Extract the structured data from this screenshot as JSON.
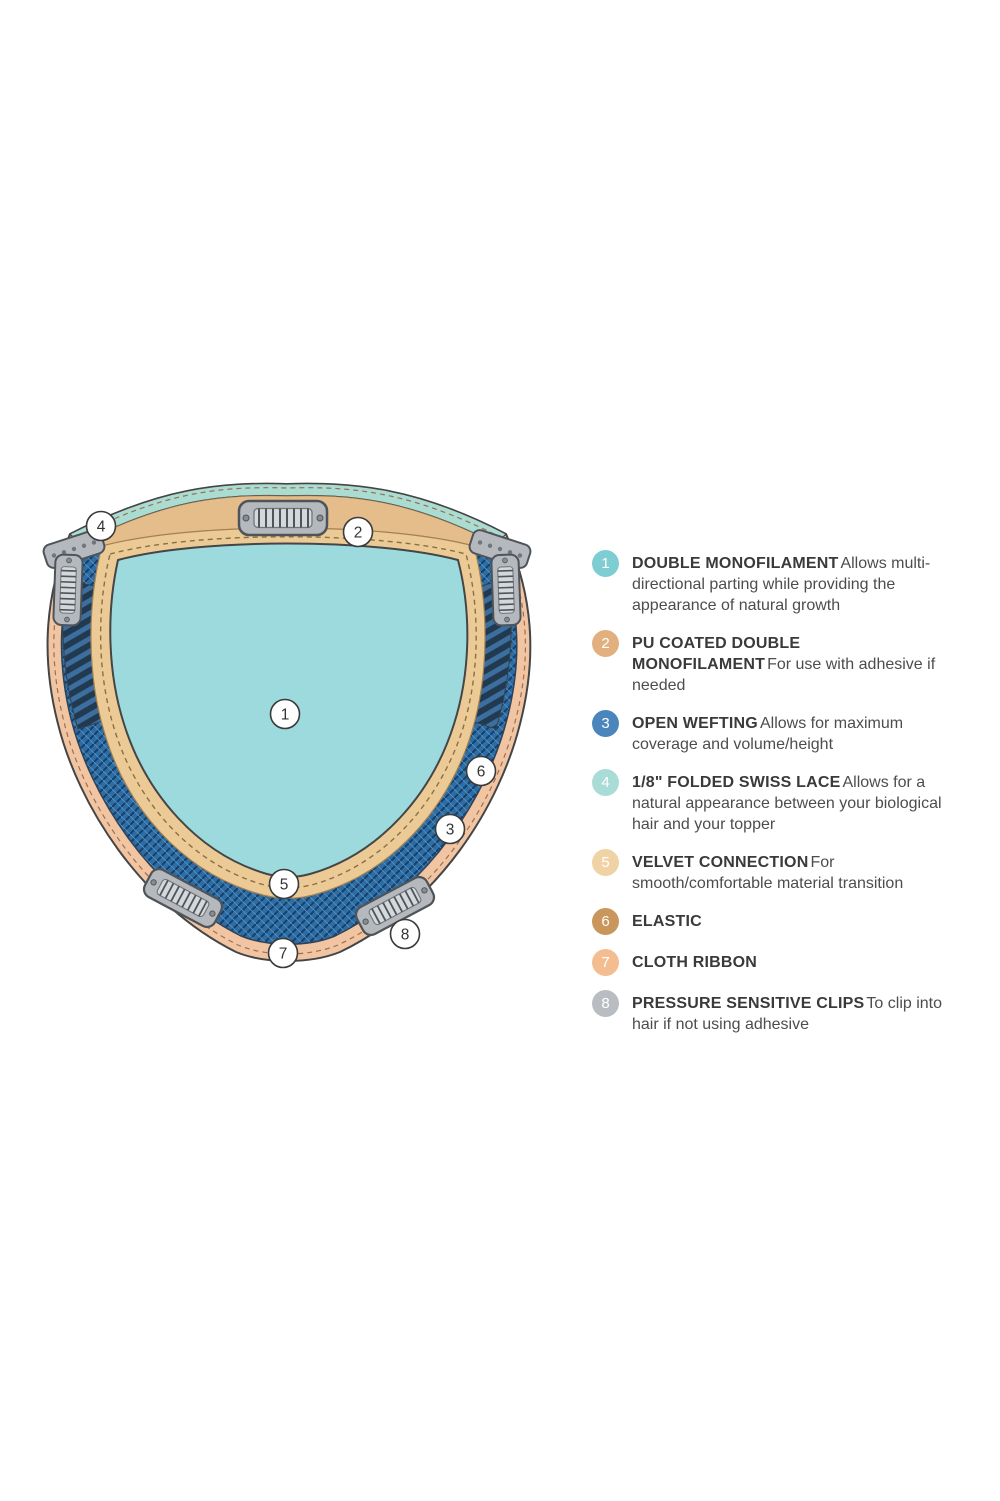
{
  "page": {
    "background": "#ffffff"
  },
  "diagram": {
    "name": "hair-topper-cap-construction",
    "colors": {
      "monofilament": "#9cdadd",
      "pu_monofilament": "#e4bd8a",
      "velvet": "#ecca96",
      "swiss_lace": "#abdcd2",
      "cloth_ribbon": "#f2c5a2",
      "weft_blue": "#2e6da3",
      "clip_gray": "#b5b9be",
      "outline": "#454545"
    },
    "callouts": [
      {
        "label": "1"
      },
      {
        "label": "2"
      },
      {
        "label": "3"
      },
      {
        "label": "4"
      },
      {
        "label": "5"
      },
      {
        "label": "6"
      },
      {
        "label": "7"
      },
      {
        "label": "8"
      }
    ]
  },
  "legend": {
    "items": [
      {
        "number": "1",
        "color": "#7ecdd3",
        "title": "DOUBLE MONOFILAMENT",
        "description": "Allows multi-directional parting while providing the appearance of natural growth"
      },
      {
        "number": "2",
        "color": "#e2b07f",
        "title": "PU COATED DOUBLE MONOFILAMENT",
        "description": "For use with adhesive if needed"
      },
      {
        "number": "3",
        "color": "#4a86bc",
        "title": "OPEN WEFTING",
        "description": "Allows for maximum coverage and volume/height"
      },
      {
        "number": "4",
        "color": "#a9dcd6",
        "title": "1/8\" FOLDED SWISS LACE",
        "description": "Allows for a natural appearance between your biological hair and your topper"
      },
      {
        "number": "5",
        "color": "#f0d3a4",
        "title": "VELVET CONNECTION",
        "description": "For smooth/comfortable material transition"
      },
      {
        "number": "6",
        "color": "#c9965c",
        "title": "ELASTIC",
        "description": ""
      },
      {
        "number": "7",
        "color": "#f4bd90",
        "title": "CLOTH RIBBON",
        "description": ""
      },
      {
        "number": "8",
        "color": "#b9bdc1",
        "title": "PRESSURE SENSITIVE CLIPS",
        "description": "To clip into hair if not using adhesive"
      }
    ]
  }
}
